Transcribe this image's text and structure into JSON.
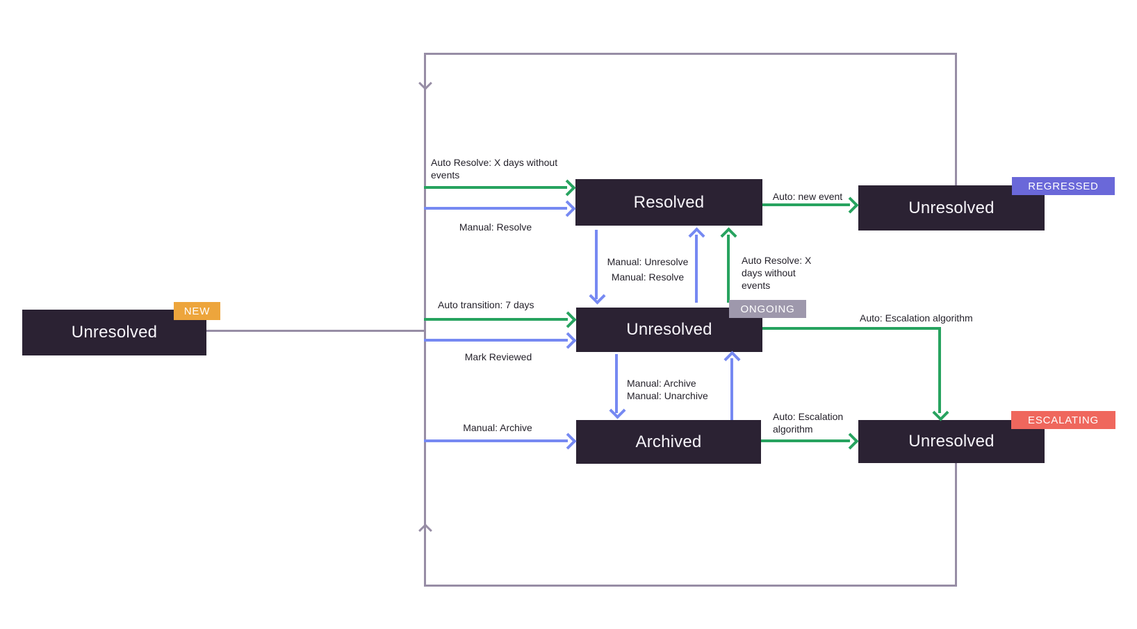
{
  "nodes": {
    "new": {
      "label": "Unresolved",
      "badge": "NEW"
    },
    "resolved": {
      "label": "Resolved"
    },
    "regressed": {
      "label": "Unresolved",
      "badge": "REGRESSED"
    },
    "ongoing": {
      "label": "Unresolved",
      "badge": "ONGOING"
    },
    "archived": {
      "label": "Archived"
    },
    "escalating": {
      "label": "Unresolved",
      "badge": "ESCALATING"
    }
  },
  "edges": {
    "auto_resolve_to_resolved": "Auto Resolve: X days without events",
    "manual_resolve_to_resolved": "Manual: Resolve",
    "auto_new_event": "Auto: new event",
    "manual_unresolve_mid": "Manual: Unresolve",
    "manual_resolve_mid": "Manual: Resolve",
    "auto_resolve_from_ongoing": "Auto Resolve: X days without events",
    "auto_transition": "Auto transition: 7 days",
    "mark_reviewed": "Mark Reviewed",
    "auto_escalation_from_ongoing": "Auto: Escalation algorithm",
    "manual_archive_mid": "Manual: Archive",
    "manual_unarchive_mid": "Manual: Unarchive",
    "manual_archive_to_archived": "Manual: Archive",
    "auto_escalation_from_archived": "Auto: Escalation algorithm"
  },
  "colors": {
    "background": "#FFFFFF",
    "node_bg": "#2B2233",
    "node_text": "#F6F4F9",
    "auto_green": "#27A35F",
    "manual_blue": "#7689F2",
    "loop_gray": "#978DA5",
    "badge_new": "#EDA53C",
    "badge_regressed": "#6A68D9",
    "badge_ongoing": "#9E98AC",
    "badge_escalating": "#EF675D",
    "label_text": "#221F28"
  }
}
